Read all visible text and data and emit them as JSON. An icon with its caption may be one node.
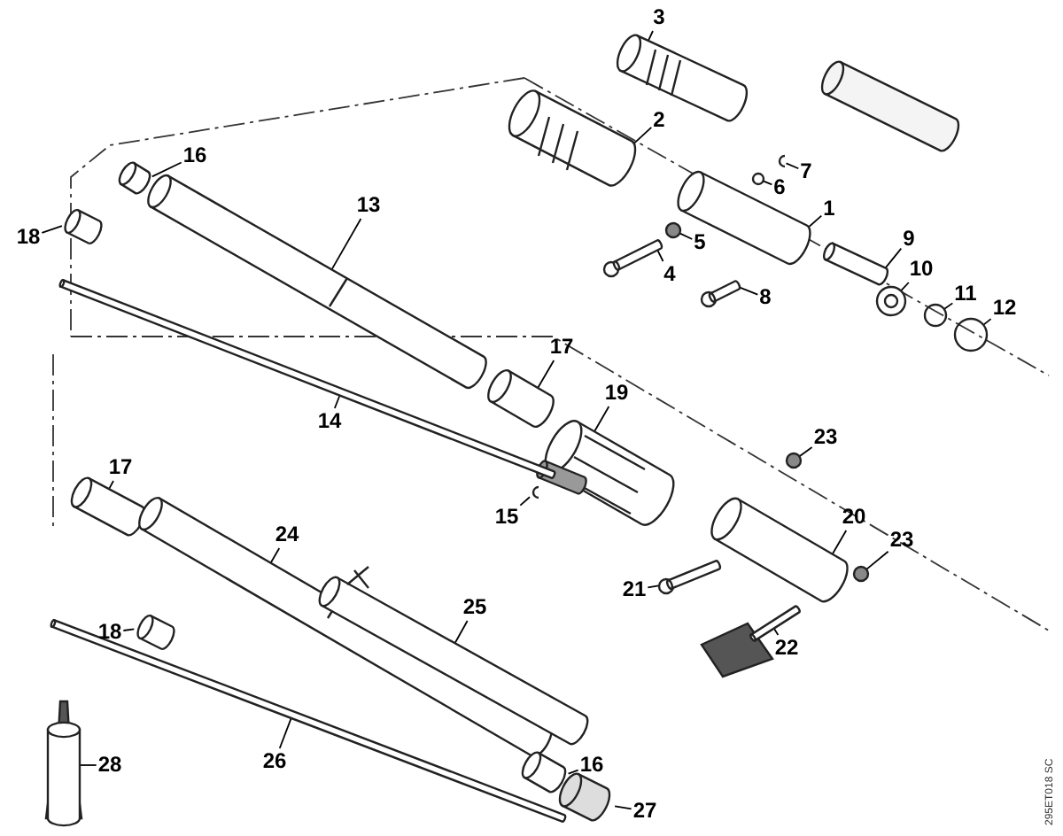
{
  "diagram": {
    "nodes": [
      {
        "text": [
          "3"
        ]
      },
      {
        "text": [
          "2"
        ]
      },
      {
        "text": [
          "16"
        ]
      },
      {
        "text": [
          "7"
        ]
      },
      {
        "text": [
          "6"
        ]
      },
      {
        "text": [
          "13"
        ]
      },
      {
        "text": [
          "1"
        ]
      },
      {
        "text": [
          "9"
        ]
      },
      {
        "text": [
          "18"
        ]
      },
      {
        "text": [
          "5"
        ]
      },
      {
        "text": [
          "4"
        ]
      },
      {
        "text": [
          "10"
        ]
      },
      {
        "text": [
          "8"
        ]
      },
      {
        "text": [
          "11"
        ]
      },
      {
        "text": [
          "12"
        ]
      },
      {
        "text": [
          "17"
        ]
      },
      {
        "text": [
          "19"
        ]
      },
      {
        "text": [
          "14"
        ]
      },
      {
        "text": [
          "23"
        ]
      },
      {
        "text": [
          "17"
        ]
      },
      {
        "text": [
          "15"
        ]
      },
      {
        "text": [
          "20"
        ]
      },
      {
        "text": [
          "24"
        ]
      },
      {
        "text": [
          "23"
        ]
      },
      {
        "text": [
          "21"
        ]
      },
      {
        "text": [
          "25"
        ]
      },
      {
        "text": [
          "18"
        ]
      },
      {
        "text": [
          "22"
        ]
      },
      {
        "text": [
          "26"
        ]
      },
      {
        "text": [
          "16"
        ]
      },
      {
        "text": [
          "28"
        ]
      },
      {
        "text": [
          "27"
        ]
      },
      {
        "text": [],
        "shape": "picture"
      },
      {
        "text": [],
        "shape": "picture"
      },
      {
        "text": [],
        "shape": "picture"
      },
      {
        "text": [],
        "shape": "picture"
      },
      {
        "text": [],
        "shape": "circle"
      },
      {
        "text": [],
        "shape": "picture"
      },
      {
        "text": [],
        "shape": "picture"
      },
      {
        "text": [],
        "shape": "picture"
      },
      {
        "text": [],
        "shape": "picture"
      },
      {
        "text": [],
        "shape": "circle"
      },
      {
        "text": [],
        "shape": "picture"
      },
      {
        "text": [],
        "shape": "circle"
      },
      {
        "text": [],
        "shape": "picture"
      },
      {
        "text": [],
        "shape": "circle"
      },
      {
        "text": [],
        "shape": "circle"
      },
      {
        "text": [],
        "shape": "picture"
      },
      {
        "text": [],
        "shape": "picture"
      },
      {
        "text": [],
        "shape": "picture"
      },
      {
        "text": [],
        "shape": "circle"
      },
      {
        "text": [],
        "shape": "picture"
      },
      {
        "text": [],
        "shape": "picture"
      },
      {
        "text": [],
        "shape": "picture"
      },
      {
        "text": [],
        "shape": "picture"
      },
      {
        "text": [],
        "shape": "circle"
      },
      {
        "text": [],
        "shape": "picture"
      },
      {
        "text": [],
        "shape": "picture"
      },
      {
        "text": [],
        "shape": "picture"
      },
      {
        "text": [],
        "shape": "picture"
      },
      {
        "text": [],
        "shape": "picture"
      },
      {
        "text": [],
        "shape": "picture"
      },
      {
        "text": [],
        "shape": "picture"
      },
      {
        "text": [],
        "shape": "picture"
      }
    ],
    "edges": [
      {
        "from": 0,
        "to": 32,
        "arrow": "none"
      },
      {
        "from": 1,
        "to": 33,
        "arrow": "none"
      },
      {
        "from": 2,
        "to": 34,
        "arrow": "none"
      },
      {
        "from": 3,
        "to": 35,
        "arrow": "none"
      },
      {
        "from": 4,
        "to": 36,
        "arrow": "none"
      },
      {
        "from": 5,
        "to": 37,
        "arrow": "none"
      },
      {
        "from": 6,
        "to": 38,
        "arrow": "none"
      },
      {
        "from": 7,
        "to": 39,
        "arrow": "none"
      },
      {
        "from": 8,
        "to": 40,
        "arrow": "none"
      },
      {
        "from": 9,
        "to": 41,
        "arrow": "none"
      },
      {
        "from": 10,
        "to": 42,
        "arrow": "none"
      },
      {
        "from": 11,
        "to": 43,
        "arrow": "none"
      },
      {
        "from": 12,
        "to": 44,
        "arrow": "none"
      },
      {
        "from": 13,
        "to": 45,
        "arrow": "none"
      },
      {
        "from": 14,
        "to": 46,
        "arrow": "none"
      },
      {
        "from": 15,
        "to": 47,
        "arrow": "none"
      },
      {
        "from": 16,
        "to": 48,
        "arrow": "none"
      },
      {
        "from": 17,
        "to": 49,
        "arrow": "none"
      },
      {
        "from": 18,
        "to": 50,
        "arrow": "none"
      },
      {
        "from": 19,
        "to": 51,
        "arrow": "none"
      },
      {
        "from": 20,
        "to": 52,
        "arrow": "none"
      },
      {
        "from": 21,
        "to": 53,
        "arrow": "none"
      },
      {
        "from": 22,
        "to": 54,
        "arrow": "none"
      },
      {
        "from": 23,
        "to": 55,
        "arrow": "none"
      },
      {
        "from": 24,
        "to": 56,
        "arrow": "none"
      },
      {
        "from": 25,
        "to": 57,
        "arrow": "none"
      },
      {
        "from": 26,
        "to": 58,
        "arrow": "none"
      },
      {
        "from": 27,
        "to": 59,
        "arrow": "none"
      },
      {
        "from": 28,
        "to": 60,
        "arrow": "none"
      },
      {
        "from": 29,
        "to": 61,
        "arrow": "none"
      },
      {
        "from": 30,
        "to": 62,
        "arrow": "none"
      },
      {
        "from": 31,
        "to": 63,
        "arrow": "none"
      }
    ],
    "labels": [
      "295ET018 SC"
    ]
  }
}
